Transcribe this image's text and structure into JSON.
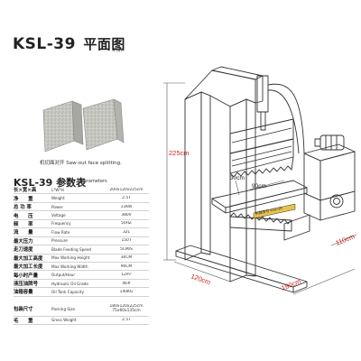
{
  "header": {
    "title_model": "KSL-39",
    "title_cn": "平面图",
    "title_en": "Plan"
  },
  "stone": {
    "caption_cn": "机切面对开",
    "caption_en": "Saw-out face splitting."
  },
  "params": {
    "title_model": "KSL-39",
    "title_cn": "参数表",
    "title_en": "Parameters",
    "rows": [
      {
        "cn": "长×宽×高",
        "en": "L*W*H",
        "value": "200x120x225cm"
      },
      {
        "cn": "净　　重",
        "en": "Weight",
        "value": "2.5T"
      },
      {
        "cn": "总 功 率",
        "en": "Power",
        "value": "11KW"
      },
      {
        "cn": "电　　压",
        "en": "Voltage",
        "value": "380V"
      },
      {
        "cn": "频　　率",
        "en": "Frequency",
        "value": "50HZ"
      },
      {
        "cn": "流　　量",
        "en": "Flow Rate",
        "value": "32L"
      },
      {
        "cn": "最大压力",
        "en": "Pressure",
        "value": "150T"
      },
      {
        "cn": "走刀速度",
        "en": "Blade Feeding Speed",
        "value": "5CM/S"
      },
      {
        "cn": "最大加工高度",
        "en": "Max Working Height",
        "value": "30CM"
      },
      {
        "cn": "最大加工长度",
        "en": "Max Working Width",
        "value": "90CM"
      },
      {
        "cn": "每小时产量",
        "en": "Output/Hour",
        "value": "12m²"
      },
      {
        "cn": "液压油牌号",
        "en": "Hydraulic Oil Grade",
        "value": "46#"
      },
      {
        "cn": "油箱容量",
        "en": "Oil Tank Capacity",
        "value": "140KG"
      }
    ],
    "packing": {
      "cn": "包装尺寸",
      "en": "Packing Size",
      "value1": "180x120x225cm",
      "value2": "75x60x135cm"
    },
    "gross": {
      "cn": "毛　　重",
      "en": "Gross Weight",
      "value": "2.5T"
    }
  },
  "machine": {
    "dim_height": "225cm",
    "dim_length": "180cm",
    "dim_width": "120cm",
    "dim_depth": "110cm",
    "dim_work_height": "30cm",
    "dim_work_width": "90cm",
    "plate_label": "机器型号 KSL-39"
  },
  "colors": {
    "dimension": "#cc2222",
    "line": "#333333",
    "plate": "#e8c24a"
  }
}
